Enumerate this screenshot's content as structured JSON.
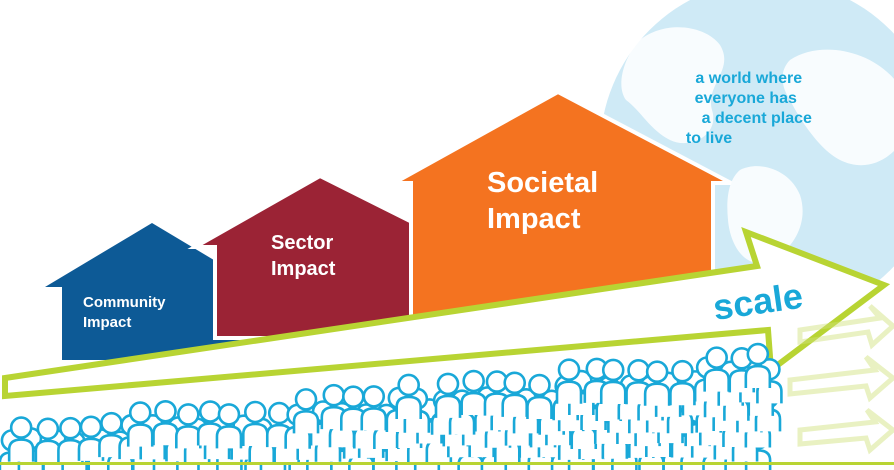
{
  "houses": [
    {
      "id": "community",
      "lines": [
        "Community",
        "Impact"
      ],
      "color": "#0d5a96"
    },
    {
      "id": "sector",
      "lines": [
        "Sector",
        "Impact"
      ],
      "color": "#9b2335"
    },
    {
      "id": "societal",
      "lines": [
        "Societal",
        "Impact"
      ],
      "color": "#f47320"
    }
  ],
  "arrow": {
    "label": "scale",
    "color": "#b8d433"
  },
  "globe": {
    "lines": [
      "a world where",
      "everyone has",
      "a decent place",
      "to live"
    ],
    "text_color": "#19a8d8",
    "fill": "#cfeaf6",
    "land": "#ffffff"
  },
  "people": {
    "stroke": "#19a8d8"
  }
}
